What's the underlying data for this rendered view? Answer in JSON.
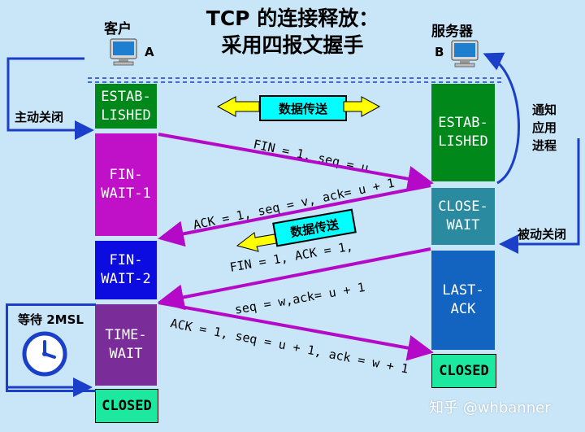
{
  "title_line1": "TCP 的连接释放：",
  "title_line2": "采用四报文握手",
  "client": {
    "label": "客户",
    "letter": "A"
  },
  "server": {
    "label": "服务器",
    "letter": "B"
  },
  "client_states": {
    "established": "ESTAB-\nLISHED",
    "fin_wait_1": "FIN-\nWAIT-1",
    "fin_wait_2": "FIN-\nWAIT-2",
    "time_wait": "TIME-\nWAIT",
    "closed": "CLOSED"
  },
  "server_states": {
    "established": "ESTAB-\nLISHED",
    "close_wait": "CLOSE-\nWAIT",
    "last_ack": "LAST-\nACK",
    "closed": "CLOSED"
  },
  "labels": {
    "active_close": "主动关闭",
    "passive_close": "被动关闭",
    "notify_app": "通知\n应用\n进程",
    "wait_2msl": "等待 2MSL",
    "data_transfer_1": "数据传送",
    "data_transfer_2": "数据传送"
  },
  "messages": {
    "fin1": "FIN = 1, seq = u",
    "ack1": "ACK = 1, seq = v, ack= u + 1",
    "fin2_line1": "FIN = 1, ACK = 1,",
    "fin2_line2": "seq = w,ack= u + 1",
    "ack2": "ACK = 1, seq = u + 1, ack = w + 1"
  },
  "watermark": "知乎 @whbanner",
  "colors": {
    "background": "#c9e6f9",
    "established": "#00881a",
    "fin_wait_1": "#c010c8",
    "fin_wait_2": "#0c0ce0",
    "time_wait": "#7a2c98",
    "closed": "#1de8a0",
    "close_wait": "#2a8aa0",
    "last_ack": "#1264c0",
    "arrow_purple": "#b40ac8",
    "arrow_blue": "#1a3fc8",
    "transfer_box": "#00ffff",
    "transfer_arrow": "#ffff00"
  },
  "icons": [
    "computer-icon",
    "clock-icon"
  ]
}
